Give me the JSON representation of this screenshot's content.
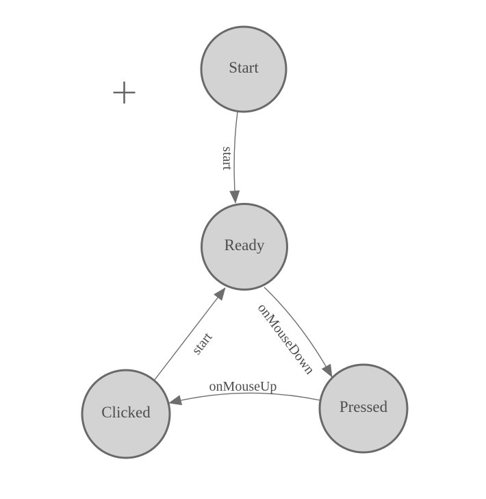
{
  "canvas": {
    "background": "#ffffff"
  },
  "colors": {
    "node_fill": "#d3d3d3",
    "node_stroke": "#696969",
    "edge_stroke": "#6e6e6e",
    "label_text": "#4d4d4d",
    "cursor": "#666666"
  },
  "cursor": {
    "icon": "plus-cursor-icon",
    "glyph": "+"
  },
  "diagram": {
    "type": "state-machine",
    "nodes": [
      {
        "id": "start",
        "label": "Start"
      },
      {
        "id": "ready",
        "label": "Ready"
      },
      {
        "id": "clicked",
        "label": "Clicked"
      },
      {
        "id": "pressed",
        "label": "Pressed"
      }
    ],
    "edges": [
      {
        "from": "Start",
        "to": "Ready",
        "label": "start"
      },
      {
        "from": "Ready",
        "to": "Pressed",
        "label": "onMouseDown"
      },
      {
        "from": "Pressed",
        "to": "Clicked",
        "label": "onMouseUp"
      },
      {
        "from": "Clicked",
        "to": "Ready",
        "label": "start"
      }
    ]
  }
}
